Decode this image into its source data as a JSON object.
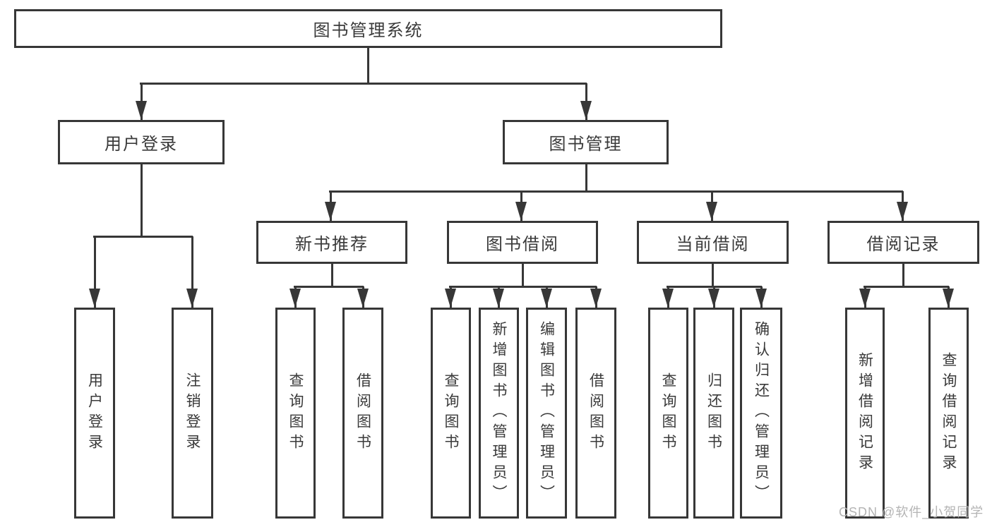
{
  "diagram": {
    "root": {
      "label": "图书管理系统"
    },
    "level2": [
      {
        "label": "用户登录"
      },
      {
        "label": "图书管理"
      }
    ],
    "level3": [
      {
        "label": "新书推荐",
        "parent": "图书管理"
      },
      {
        "label": "图书借阅",
        "parent": "图书管理"
      },
      {
        "label": "当前借阅",
        "parent": "图书管理"
      },
      {
        "label": "借阅记录",
        "parent": "图书管理"
      }
    ],
    "leaves": [
      {
        "label": "用户登录",
        "parent": "用户登录"
      },
      {
        "label": "注销登录",
        "parent": "用户登录"
      },
      {
        "label": "查询图书",
        "parent": "新书推荐"
      },
      {
        "label": "借阅图书",
        "parent": "新书推荐"
      },
      {
        "label": "查询图书",
        "parent": "图书借阅"
      },
      {
        "label": "新增图书（管理员）",
        "parent": "图书借阅"
      },
      {
        "label": "编辑图书（管理员）",
        "parent": "图书借阅"
      },
      {
        "label": "借阅图书",
        "parent": "图书借阅"
      },
      {
        "label": "查询图书",
        "parent": "当前借阅"
      },
      {
        "label": "归还图书",
        "parent": "当前借阅"
      },
      {
        "label": "确认归还（管理员）",
        "parent": "当前借阅"
      },
      {
        "label": "新增借阅记录",
        "parent": "借阅记录"
      },
      {
        "label": "查询借阅记录",
        "parent": "借阅记录"
      }
    ],
    "watermark": "CSDN @软件_小贺同学",
    "colors": {
      "line": "#373737",
      "text": "#3a3a3a",
      "watermark": "#b4b4b4",
      "background": "#ffffff"
    }
  }
}
